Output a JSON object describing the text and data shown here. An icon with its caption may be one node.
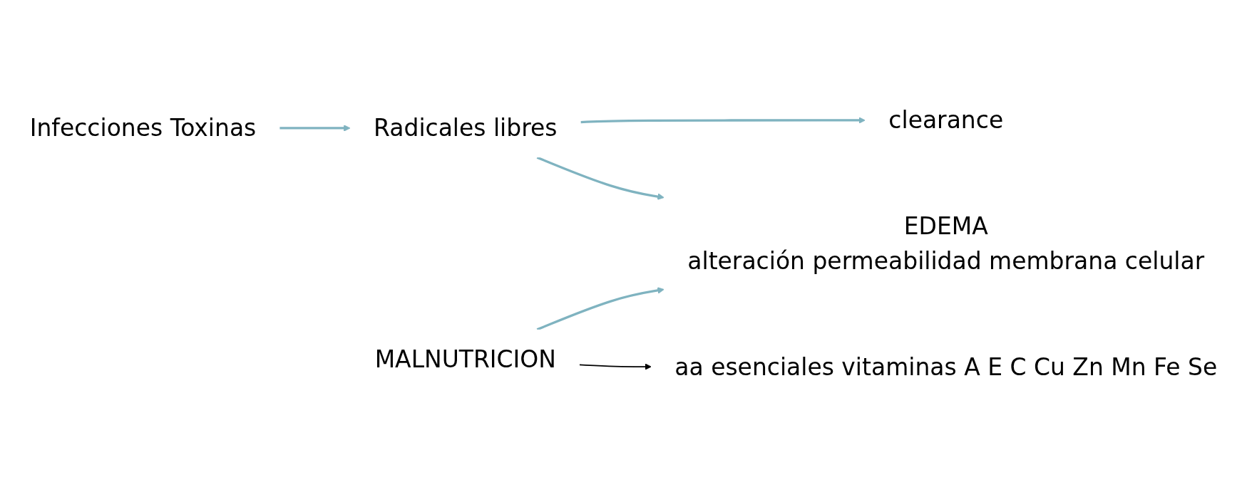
{
  "diagram": {
    "nodes": [
      {
        "text": [
          "Infecciones Toxinas"
        ]
      },
      {
        "text": [
          "Radicales libres"
        ]
      },
      {
        "text": [
          "EDEMA",
          "alteración permeabilidad membrana celular"
        ]
      },
      {
        "text": [
          "MALNUTRICION"
        ]
      },
      {
        "text": [
          "aa esenciales vitaminas A E C Cu Zn Mn Fe Se"
        ]
      },
      {
        "text": [
          "clearance"
        ]
      }
    ],
    "edges": [
      {
        "from": 0,
        "to": 1,
        "arrow": "to"
      },
      {
        "from": 1,
        "to": 5,
        "arrow": "to"
      },
      {
        "from": 1,
        "to": 2,
        "arrow": "to"
      },
      {
        "from": 3,
        "to": 2,
        "arrow": "to"
      },
      {
        "from": 3,
        "to": 4,
        "arrow": "to",
        "color": "#000000"
      }
    ]
  }
}
